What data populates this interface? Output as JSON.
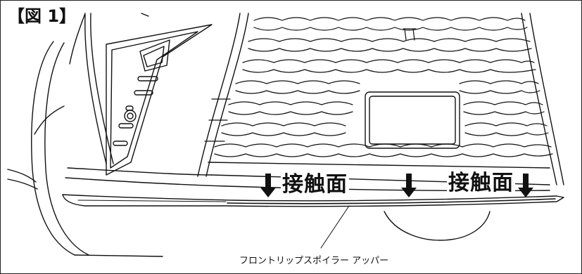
{
  "figure_label": "【図 1】",
  "contact_label_left": "接触面",
  "contact_label_right": "接触面",
  "part_caption": "フロントリップスポイラー アッパー"
}
